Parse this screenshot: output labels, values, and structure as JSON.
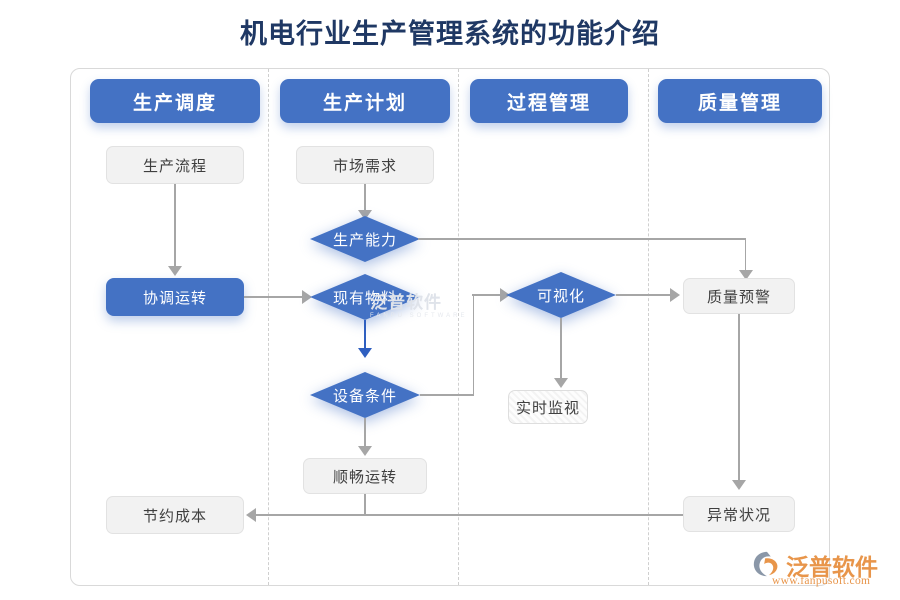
{
  "title": "机电行业生产管理系统的功能介绍",
  "theme": {
    "accent_blue": "#4472C4",
    "title_navy": "#1F3864",
    "gray_box": "#F2F2F2",
    "connector_gray": "#A6A6A6",
    "blue_connector": "#2F5FC0",
    "logo_orange": "#E8954A"
  },
  "columns": [
    {
      "header": "生产调度"
    },
    {
      "header": "生产计划"
    },
    {
      "header": "过程管理"
    },
    {
      "header": "质量管理"
    }
  ],
  "nodes": [
    {
      "id": "n1",
      "label": "生产流程",
      "shape": "rounded-rect",
      "style": "gray",
      "column": 1
    },
    {
      "id": "n2",
      "label": "协调运转",
      "shape": "rounded-rect",
      "style": "blue",
      "column": 1
    },
    {
      "id": "n3",
      "label": "节约成本",
      "shape": "rounded-rect",
      "style": "gray",
      "column": 1
    },
    {
      "id": "n4",
      "label": "市场需求",
      "shape": "rounded-rect",
      "style": "gray",
      "column": 2
    },
    {
      "id": "n5",
      "label": "生产能力",
      "shape": "diamond",
      "style": "blue",
      "column": 2
    },
    {
      "id": "n6",
      "label": "现有物料",
      "shape": "diamond",
      "style": "blue",
      "column": 2
    },
    {
      "id": "n7",
      "label": "设备条件",
      "shape": "diamond",
      "style": "blue",
      "column": 2
    },
    {
      "id": "n8",
      "label": "顺畅运转",
      "shape": "rounded-rect",
      "style": "gray",
      "column": 2
    },
    {
      "id": "n9",
      "label": "可视化",
      "shape": "diamond",
      "style": "blue",
      "column": 3
    },
    {
      "id": "n10",
      "label": "实时监视",
      "shape": "rounded-rect",
      "style": "white",
      "column": 3
    },
    {
      "id": "n11",
      "label": "质量预警",
      "shape": "rounded-rect",
      "style": "gray",
      "column": 4
    },
    {
      "id": "n12",
      "label": "异常状况",
      "shape": "rounded-rect",
      "style": "gray",
      "column": 4
    }
  ],
  "edges": [
    {
      "from": "生产流程",
      "to": "协调运转",
      "color": "gray"
    },
    {
      "from": "协调运转",
      "to": "现有物料",
      "color": "gray"
    },
    {
      "from": "市场需求",
      "to": "生产能力",
      "color": "gray"
    },
    {
      "from": "现有物料",
      "to": "设备条件",
      "color": "blue"
    },
    {
      "from": "设备条件",
      "to": "顺畅运转",
      "color": "gray"
    },
    {
      "from": "设备条件",
      "to": "可视化",
      "color": "gray"
    },
    {
      "from": "生产能力",
      "to": "质量预警",
      "color": "gray"
    },
    {
      "from": "可视化",
      "to": "质量预警",
      "color": "gray"
    },
    {
      "from": "可视化",
      "to": "实时监视",
      "color": "gray"
    },
    {
      "from": "质量预警",
      "to": "异常状况",
      "color": "gray"
    },
    {
      "from": "异常状况",
      "to": "节约成本",
      "color": "gray"
    },
    {
      "from": "顺畅运转",
      "to": "节约成本",
      "color": "gray"
    }
  ],
  "watermark": {
    "center_text": "泛普软件",
    "center_sub": "FANPU SOFTWARE"
  },
  "logo": {
    "name": "泛普软件",
    "url": "www.fanpusoft.com"
  }
}
